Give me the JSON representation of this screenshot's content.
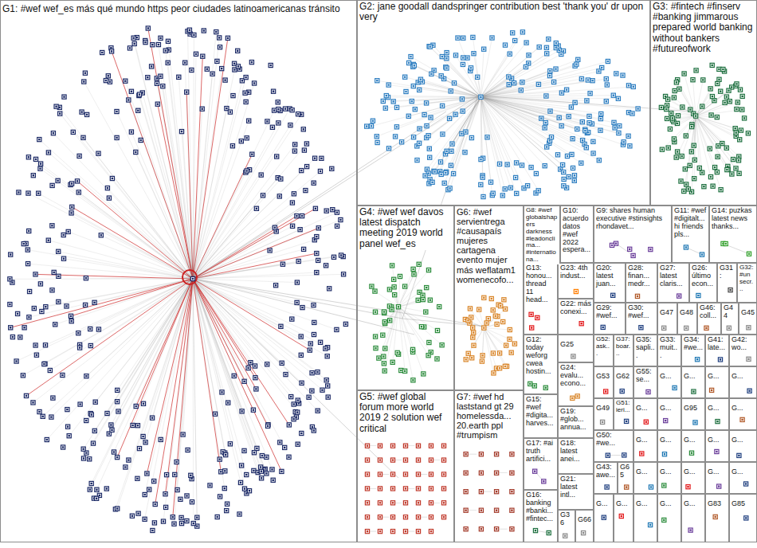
{
  "diagram": {
    "nodes": [
      {
        "text": [
          "G1: #wef wef_es más qué mundo https peor ciudades latinoamericanas tránsito"
        ]
      },
      {
        "text": [
          "G2: jane goodall dandspringer contribution best 'thank you' dr upon very"
        ]
      },
      {
        "text": [
          "G3: #fintech #finserv #banking jimmarous prepared world banking without bankers #futureofwork"
        ]
      },
      {
        "text": [
          "G4: #wef wef davos latest dispatch meeting 2019 world panel wef_es"
        ]
      },
      {
        "text": [
          "G6: #wef servientrega #causapaís mujeres cartagena evento mujer más weflatam1 womenecofo..."
        ]
      },
      {
        "text": [
          "G5: #wef global forum more world 2019 2 solution wef critical"
        ]
      },
      {
        "text": [
          "G7: #wef hd laststand gt 29 homelessda... 20.earth ppl #trumpism"
        ]
      },
      {
        "text": [
          "G8: #wef globalshapers darkness #leadonclima... #internationa..."
        ]
      },
      {
        "text": [
          "G10: acuerdo datos #wef 2022 espera..."
        ]
      },
      {
        "text": [
          "G9: shares human executive #stinsights rhondavet..."
        ]
      },
      {
        "text": [
          "G11: #wef #digitalt... hi friends pls..."
        ]
      },
      {
        "text": [
          "G14: puzkas latest news thanks..."
        ]
      },
      {
        "text": [
          "G13: honou... thread 11 head..."
        ]
      },
      {
        "text": [
          "G23: 4th indust..."
        ]
      },
      {
        "text": [
          "G20: latest juan..."
        ]
      },
      {
        "text": [
          "G28: finan... medr..."
        ]
      },
      {
        "text": [
          "G27: latest claris..."
        ]
      },
      {
        "text": [
          "G26: último econ..."
        ]
      },
      {
        "text": [
          "G31:"
        ]
      },
      {
        "text": [
          "G32: #un secr..."
        ]
      },
      {
        "text": [
          "G22: más conexi..."
        ]
      },
      {
        "text": [
          "G29: #wef..."
        ]
      },
      {
        "text": [
          "G30: #wef..."
        ]
      },
      {
        "text": [
          "G47"
        ]
      },
      {
        "text": [
          "G48"
        ]
      },
      {
        "text": [
          "G46: coll..."
        ]
      },
      {
        "text": [
          "G44"
        ]
      },
      {
        "text": [
          "G45"
        ]
      },
      {
        "text": [
          "G12: today weforg cwea hostin..."
        ]
      },
      {
        "text": [
          "G25"
        ]
      },
      {
        "text": [
          "G52: ask..."
        ]
      },
      {
        "text": [
          "G37: boar..."
        ]
      },
      {
        "text": [
          "G35: sapli..."
        ]
      },
      {
        "text": [
          "G33: muit..."
        ]
      },
      {
        "text": [
          "G34: #we..."
        ]
      },
      {
        "text": [
          "G41: late..."
        ]
      },
      {
        "text": [
          "G42: wo..."
        ]
      },
      {
        "text": [
          "G24: evalu... econo..."
        ]
      },
      {
        "text": [
          "G53"
        ]
      },
      {
        "text": [
          "G62"
        ]
      },
      {
        "text": [
          "G55: se..."
        ]
      },
      {
        "text": [
          "G..."
        ]
      },
      {
        "text": [
          "G..."
        ]
      },
      {
        "text": [
          "G..."
        ]
      },
      {
        "text": [
          "G..."
        ]
      },
      {
        "text": [
          "G15: #wef #digita... harves..."
        ]
      },
      {
        "text": [
          "G19: #glob... annua..."
        ]
      },
      {
        "text": [
          "G49"
        ]
      },
      {
        "text": [
          "G51: ieri..."
        ]
      },
      {
        "text": [
          "G..."
        ]
      },
      {
        "text": [
          "G..."
        ]
      },
      {
        "text": [
          "G95"
        ]
      },
      {
        "text": [
          "G..."
        ]
      },
      {
        "text": [
          "G..."
        ]
      },
      {
        "text": [
          "G17: #ai truth artifici..."
        ]
      },
      {
        "text": [
          "G18: latest anei..."
        ]
      },
      {
        "text": [
          "G50: #we..."
        ]
      },
      {
        "text": [
          "G..."
        ]
      },
      {
        "text": [
          "G..."
        ]
      },
      {
        "text": [
          "G..."
        ]
      },
      {
        "text": [
          "G..."
        ]
      },
      {
        "text": [
          "G..."
        ]
      },
      {
        "text": [
          "G21: latest intl..."
        ]
      },
      {
        "text": [
          "G43: awe..."
        ]
      },
      {
        "text": [
          "G65"
        ]
      },
      {
        "text": [
          "G..."
        ]
      },
      {
        "text": [
          "G..."
        ]
      },
      {
        "text": [
          "G..."
        ]
      },
      {
        "text": [
          "G..."
        ]
      },
      {
        "text": [
          "G..."
        ]
      },
      {
        "text": [
          "G16: banking #banki... #fintec..."
        ]
      },
      {
        "text": [
          "G36"
        ]
      },
      {
        "text": [
          "G66"
        ]
      },
      {
        "text": [
          "G..."
        ]
      },
      {
        "text": [
          "G..."
        ]
      },
      {
        "text": [
          "G..."
        ]
      },
      {
        "text": [
          "G..."
        ]
      },
      {
        "text": [
          "G..."
        ]
      },
      {
        "text": [
          "G83"
        ]
      },
      {
        "text": [
          "G85"
        ]
      }
    ]
  }
}
